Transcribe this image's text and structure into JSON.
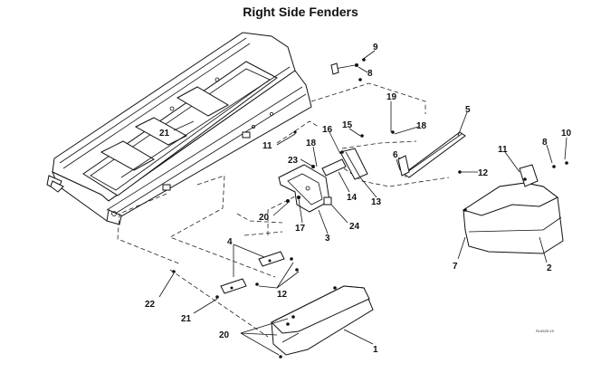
{
  "title": "Right Side Fenders",
  "drawing_code": "RL6625-15",
  "callouts": {
    "c1": "1",
    "c2": "2",
    "c3": "3",
    "c4": "4",
    "c5": "5",
    "c6": "6",
    "c7": "7",
    "c8a": "8",
    "c8b": "8",
    "c9": "9",
    "c10": "10",
    "c11a": "11",
    "c11b": "11",
    "c12a": "12",
    "c12b": "12",
    "c13": "13",
    "c14": "14",
    "c15": "15",
    "c16": "16",
    "c17": "17",
    "c18a": "18",
    "c18b": "18",
    "c19": "19",
    "c20a": "20",
    "c20b": "20",
    "c21a": "21",
    "c21b": "21",
    "c22": "22",
    "c23": "23",
    "c24": "24"
  }
}
